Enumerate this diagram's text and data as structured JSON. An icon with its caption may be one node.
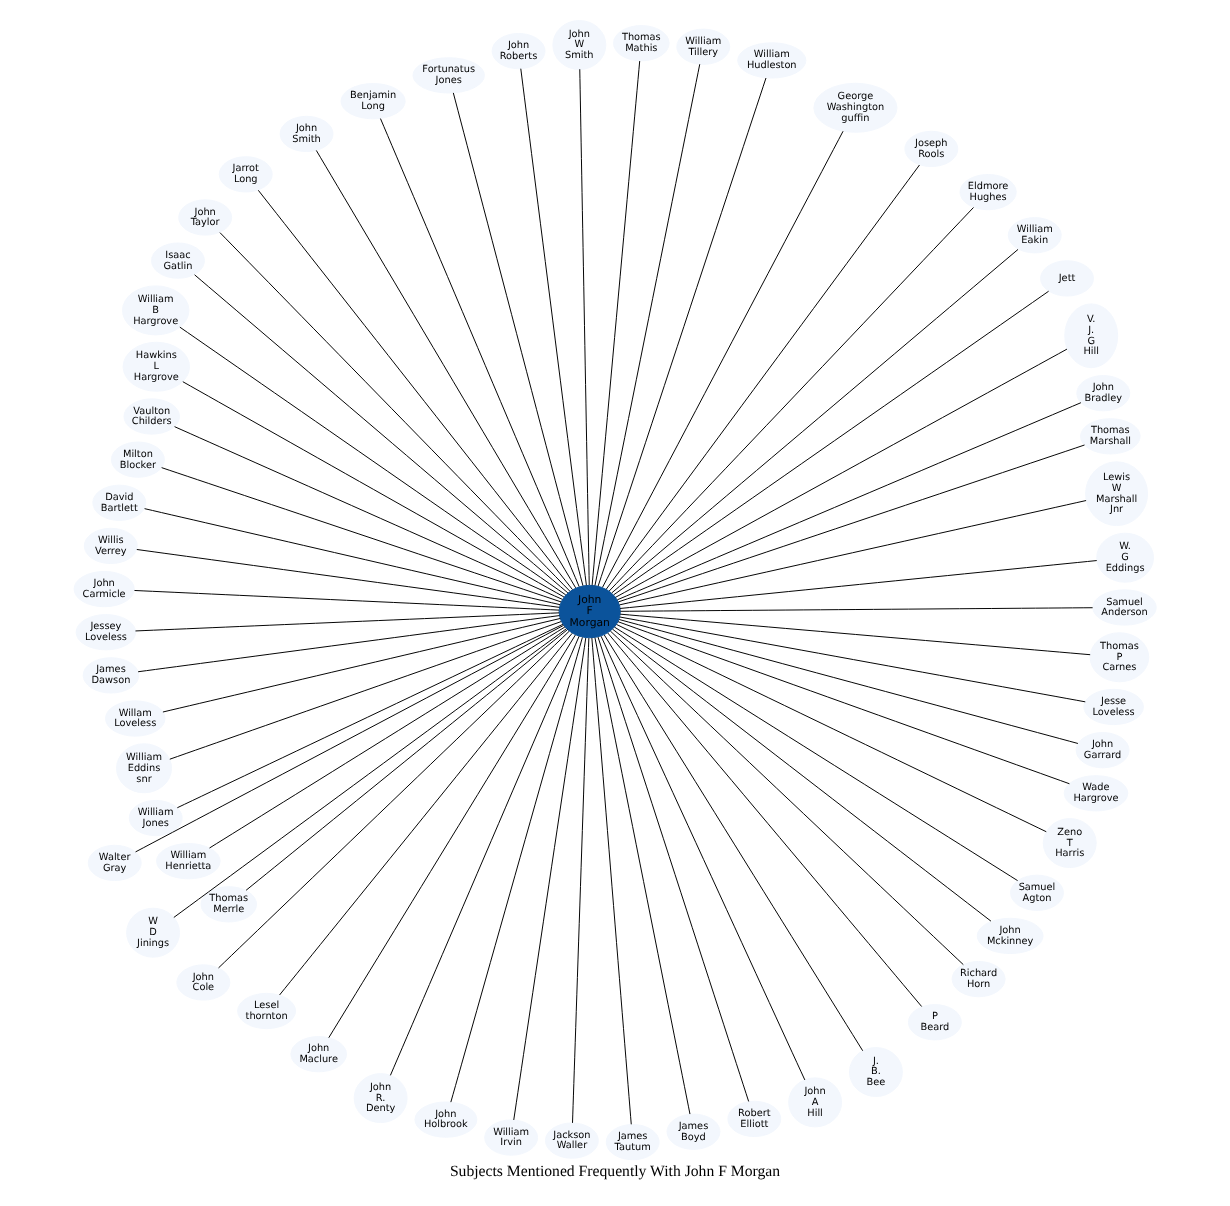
{
  "diagram": {
    "title": "Subjects Mentioned Frequently With John F Morgan",
    "nodes": [
      {
        "text": [
          "John F Morgan"
        ]
      },
      {
        "text": [
          "Samuel Anderson"
        ]
      },
      {
        "text": [
          "W. G Eddings"
        ]
      },
      {
        "text": [
          "Lewis W Marshall Jnr"
        ]
      },
      {
        "text": [
          "Thomas Marshall"
        ]
      },
      {
        "text": [
          "John Bradley"
        ]
      },
      {
        "text": [
          "V. J. G Hill"
        ]
      },
      {
        "text": [
          "Jett"
        ]
      },
      {
        "text": [
          "William Eakin"
        ]
      },
      {
        "text": [
          "Eldmore Hughes"
        ]
      },
      {
        "text": [
          "Joseph Rools"
        ]
      },
      {
        "text": [
          "George Washington guffin"
        ]
      },
      {
        "text": [
          "William Hudleston"
        ]
      },
      {
        "text": [
          "William Tillery"
        ]
      },
      {
        "text": [
          "Thomas Mathis"
        ]
      },
      {
        "text": [
          "John W Smith"
        ]
      },
      {
        "text": [
          "John Roberts"
        ]
      },
      {
        "text": [
          "Fortunatus Jones"
        ]
      },
      {
        "text": [
          "Benjamin Long"
        ]
      },
      {
        "text": [
          "John Smith"
        ]
      },
      {
        "text": [
          "Jarrot Long"
        ]
      },
      {
        "text": [
          "John Taylor"
        ]
      },
      {
        "text": [
          "Isaac Gatlin"
        ]
      },
      {
        "text": [
          "William B Hargrove"
        ]
      },
      {
        "text": [
          "Hawkins L Hargrove"
        ]
      },
      {
        "text": [
          "Vaulton Childers"
        ]
      },
      {
        "text": [
          "Milton Blocker"
        ]
      },
      {
        "text": [
          "David Bartlett"
        ]
      },
      {
        "text": [
          "Willis Verrey"
        ]
      },
      {
        "text": [
          "John Carmicle"
        ]
      },
      {
        "text": [
          "Jessey Loveless"
        ]
      },
      {
        "text": [
          "James Dawson"
        ]
      },
      {
        "text": [
          "Willam Loveless"
        ]
      },
      {
        "text": [
          "William Eddins snr"
        ]
      },
      {
        "text": [
          "William Jones"
        ]
      },
      {
        "text": [
          "William Henrietta"
        ]
      },
      {
        "text": [
          "Thomas Merrle"
        ]
      },
      {
        "text": [
          "Walter Gray"
        ]
      },
      {
        "text": [
          "W D Jinings"
        ]
      },
      {
        "text": [
          "John Cole"
        ]
      },
      {
        "text": [
          "Lesel thornton"
        ]
      },
      {
        "text": [
          "John Maclure"
        ]
      },
      {
        "text": [
          "John R. Denty"
        ]
      },
      {
        "text": [
          "John Holbrook"
        ]
      },
      {
        "text": [
          "William Irvin"
        ]
      },
      {
        "text": [
          "Jackson Waller"
        ]
      },
      {
        "text": [
          "James Tautum"
        ]
      },
      {
        "text": [
          "James Boyd"
        ]
      },
      {
        "text": [
          "Robert Elliott"
        ]
      },
      {
        "text": [
          "John A Hill"
        ]
      },
      {
        "text": [
          "J. B. Bee"
        ]
      },
      {
        "text": [
          "P Beard"
        ]
      },
      {
        "text": [
          "Richard Horn"
        ]
      },
      {
        "text": [
          "John Mckinney"
        ]
      },
      {
        "text": [
          "Samuel Agton"
        ]
      },
      {
        "text": [
          "Zeno T Harris"
        ]
      },
      {
        "text": [
          "Wade Hargrove"
        ]
      },
      {
        "text": [
          "John Garrard"
        ]
      },
      {
        "text": [
          "Jesse Loveless"
        ]
      },
      {
        "text": [
          "Thomas P Carnes"
        ]
      }
    ],
    "edges": [
      {
        "from": 0,
        "to": 1,
        "arrow": "none"
      },
      {
        "from": 0,
        "to": 2,
        "arrow": "none"
      },
      {
        "from": 0,
        "to": 3,
        "arrow": "none"
      },
      {
        "from": 0,
        "to": 4,
        "arrow": "none"
      },
      {
        "from": 0,
        "to": 5,
        "arrow": "none"
      },
      {
        "from": 0,
        "to": 6,
        "arrow": "none"
      },
      {
        "from": 0,
        "to": 7,
        "arrow": "none"
      },
      {
        "from": 0,
        "to": 8,
        "arrow": "none"
      },
      {
        "from": 0,
        "to": 9,
        "arrow": "none"
      },
      {
        "from": 0,
        "to": 10,
        "arrow": "none"
      },
      {
        "from": 0,
        "to": 11,
        "arrow": "none"
      },
      {
        "from": 0,
        "to": 12,
        "arrow": "none"
      },
      {
        "from": 0,
        "to": 13,
        "arrow": "none"
      },
      {
        "from": 0,
        "to": 14,
        "arrow": "none"
      },
      {
        "from": 0,
        "to": 15,
        "arrow": "none"
      },
      {
        "from": 0,
        "to": 16,
        "arrow": "none"
      },
      {
        "from": 0,
        "to": 17,
        "arrow": "none"
      },
      {
        "from": 0,
        "to": 18,
        "arrow": "none"
      },
      {
        "from": 0,
        "to": 19,
        "arrow": "none"
      },
      {
        "from": 0,
        "to": 20,
        "arrow": "none"
      },
      {
        "from": 0,
        "to": 21,
        "arrow": "none"
      },
      {
        "from": 0,
        "to": 22,
        "arrow": "none"
      },
      {
        "from": 0,
        "to": 23,
        "arrow": "none"
      },
      {
        "from": 0,
        "to": 24,
        "arrow": "none"
      },
      {
        "from": 0,
        "to": 25,
        "arrow": "none"
      },
      {
        "from": 0,
        "to": 26,
        "arrow": "none"
      },
      {
        "from": 0,
        "to": 27,
        "arrow": "none"
      },
      {
        "from": 0,
        "to": 28,
        "arrow": "none"
      },
      {
        "from": 0,
        "to": 29,
        "arrow": "none"
      },
      {
        "from": 0,
        "to": 30,
        "arrow": "none"
      },
      {
        "from": 0,
        "to": 31,
        "arrow": "none"
      },
      {
        "from": 0,
        "to": 32,
        "arrow": "none"
      },
      {
        "from": 0,
        "to": 33,
        "arrow": "none"
      },
      {
        "from": 0,
        "to": 34,
        "arrow": "none"
      },
      {
        "from": 0,
        "to": 35,
        "arrow": "none"
      },
      {
        "from": 0,
        "to": 36,
        "arrow": "none"
      },
      {
        "from": 0,
        "to": 37,
        "arrow": "none"
      },
      {
        "from": 0,
        "to": 38,
        "arrow": "none"
      },
      {
        "from": 0,
        "to": 39,
        "arrow": "none"
      },
      {
        "from": 0,
        "to": 40,
        "arrow": "none"
      },
      {
        "from": 0,
        "to": 41,
        "arrow": "none"
      },
      {
        "from": 0,
        "to": 42,
        "arrow": "none"
      },
      {
        "from": 0,
        "to": 43,
        "arrow": "none"
      },
      {
        "from": 0,
        "to": 44,
        "arrow": "none"
      },
      {
        "from": 0,
        "to": 45,
        "arrow": "none"
      },
      {
        "from": 0,
        "to": 46,
        "arrow": "none"
      },
      {
        "from": 0,
        "to": 47,
        "arrow": "none"
      },
      {
        "from": 0,
        "to": 48,
        "arrow": "none"
      },
      {
        "from": 0,
        "to": 49,
        "arrow": "none"
      },
      {
        "from": 0,
        "to": 50,
        "arrow": "none"
      },
      {
        "from": 0,
        "to": 51,
        "arrow": "none"
      },
      {
        "from": 0,
        "to": 52,
        "arrow": "none"
      },
      {
        "from": 0,
        "to": 53,
        "arrow": "none"
      },
      {
        "from": 0,
        "to": 54,
        "arrow": "none"
      },
      {
        "from": 0,
        "to": 55,
        "arrow": "none"
      },
      {
        "from": 0,
        "to": 56,
        "arrow": "none"
      },
      {
        "from": 0,
        "to": 57,
        "arrow": "none"
      },
      {
        "from": 0,
        "to": 58,
        "arrow": "none"
      },
      {
        "from": 0,
        "to": 59,
        "arrow": "none"
      }
    ]
  }
}
